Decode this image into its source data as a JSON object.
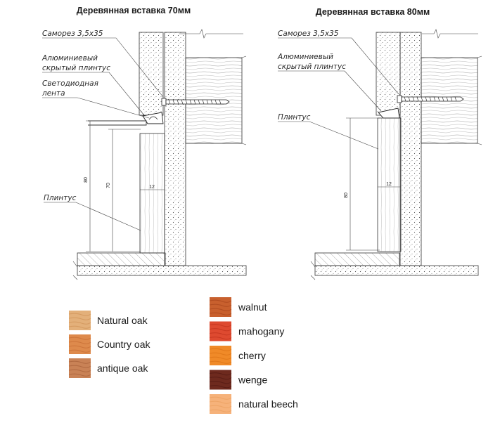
{
  "left_detail": {
    "title": "Деревянная вставка 70мм",
    "labels": {
      "screw": "Саморез 3,5х35",
      "aluminium_1": "Алюминиевый",
      "aluminium_2": "скрытый плинтус",
      "led_1": "Светодиодная",
      "led_2": "лента",
      "plinth": "Плинтус"
    },
    "dims": {
      "outer_height": "80",
      "insert_height": "70",
      "depth": "12"
    }
  },
  "right_detail": {
    "title": "Деревянная вставка 80мм",
    "labels": {
      "screw": "Саморез 3,5х35",
      "aluminium_1": "Алюминиевый",
      "aluminium_2": "скрытый плинтус",
      "plinth": "Плинтус"
    },
    "dims": {
      "height": "80",
      "depth": "12"
    }
  },
  "swatches": [
    {
      "label": "Natural  oak",
      "color": "#e3b07a",
      "grain": "#cf9358"
    },
    {
      "label": "Country oak",
      "color": "#de8a4c",
      "grain": "#c76e34"
    },
    {
      "label": "antique oak",
      "color": "#c98256",
      "grain": "#a8613a"
    },
    {
      "label": "walnut",
      "color": "#c8602e",
      "grain": "#a8461c"
    },
    {
      "label": "mahogany",
      "color": "#de4a30",
      "grain": "#c0321c"
    },
    {
      "label": "cherry",
      "color": "#f08a28",
      "grain": "#dc7416"
    },
    {
      "label": "wenge",
      "color": "#6e2a1e",
      "grain": "#521a12"
    },
    {
      "label": "natural beech",
      "color": "#f6b27a",
      "grain": "#eba05f"
    }
  ]
}
